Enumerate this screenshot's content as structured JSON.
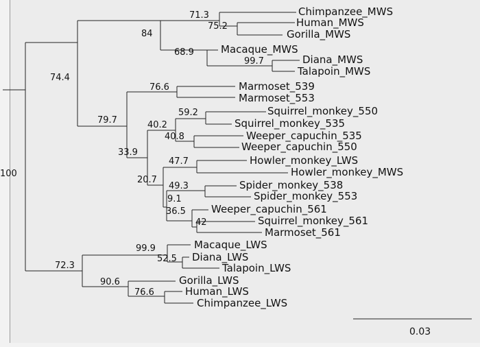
{
  "tree": {
    "leaves": [
      "Chimpanzee_MWS",
      "Human_MWS",
      "Gorilla_MWS",
      "Macaque_MWS",
      "Diana_MWS",
      "Talapoin_MWS",
      "Marmoset_539",
      "Marmoset_553",
      "Squirrel_monkey_550",
      "Squirrel_monkey_535",
      "Weeper_capuchin_535",
      "Weeper_capuchin_550",
      "Howler_monkey_LWS",
      "Howler_monkey_MWS",
      "Spider_monkey_538",
      "Spider_monkey_553",
      "Weeper_capuchin_561",
      "Squirrel_monkey_561",
      "Marmoset_561",
      "Macaque_LWS",
      "Diana_LWS",
      "Talapoin_LWS",
      "Gorilla_LWS",
      "Human_LWS",
      "Chimpanzee_LWS"
    ],
    "supports": [
      "100",
      "74.4",
      "84",
      "71.3",
      "75.2",
      "68.9",
      "99.7",
      "79.7",
      "76.6",
      "33.9",
      "40.2",
      "59.2",
      "40.8",
      "20.7",
      "47.7",
      "49.3",
      "9.1",
      "36.5",
      "42",
      "72.3",
      "99.9",
      "52.5",
      "90.6",
      "76.6"
    ]
  },
  "scale_bar": {
    "label": "0.03"
  }
}
